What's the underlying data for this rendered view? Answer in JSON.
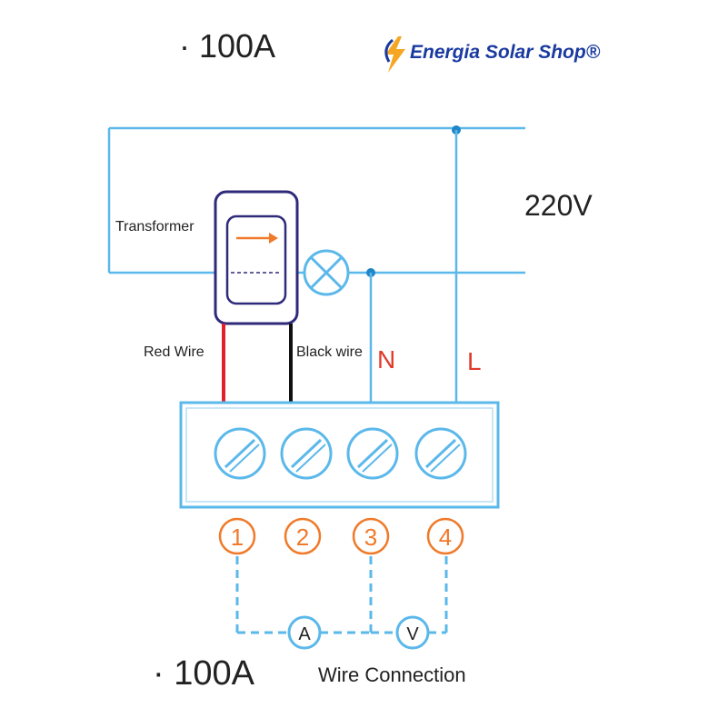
{
  "header": {
    "title_top": "· 100A",
    "brand": "Energia Solar Shop®"
  },
  "diagram": {
    "voltage": "220V",
    "transformer_label": "Transformer",
    "red_wire_label": "Red Wire",
    "black_wire_label": "Black wire",
    "neutral_label": "N",
    "line_label": "L",
    "terminals": [
      "1",
      "2",
      "3",
      "4"
    ],
    "ammeter_label": "A",
    "voltmeter_label": "V"
  },
  "footer": {
    "title_bottom": "· 100A",
    "caption": "Wire Connection"
  },
  "colors": {
    "wire_blue": "#5bb8ea",
    "orange": "#f07a2a",
    "red_wire": "#e0212c",
    "black_wire": "#111111",
    "transformer_border": "#2f2a7a",
    "brand_blue": "#1a3aa0",
    "label_red": "#e03a2a"
  }
}
